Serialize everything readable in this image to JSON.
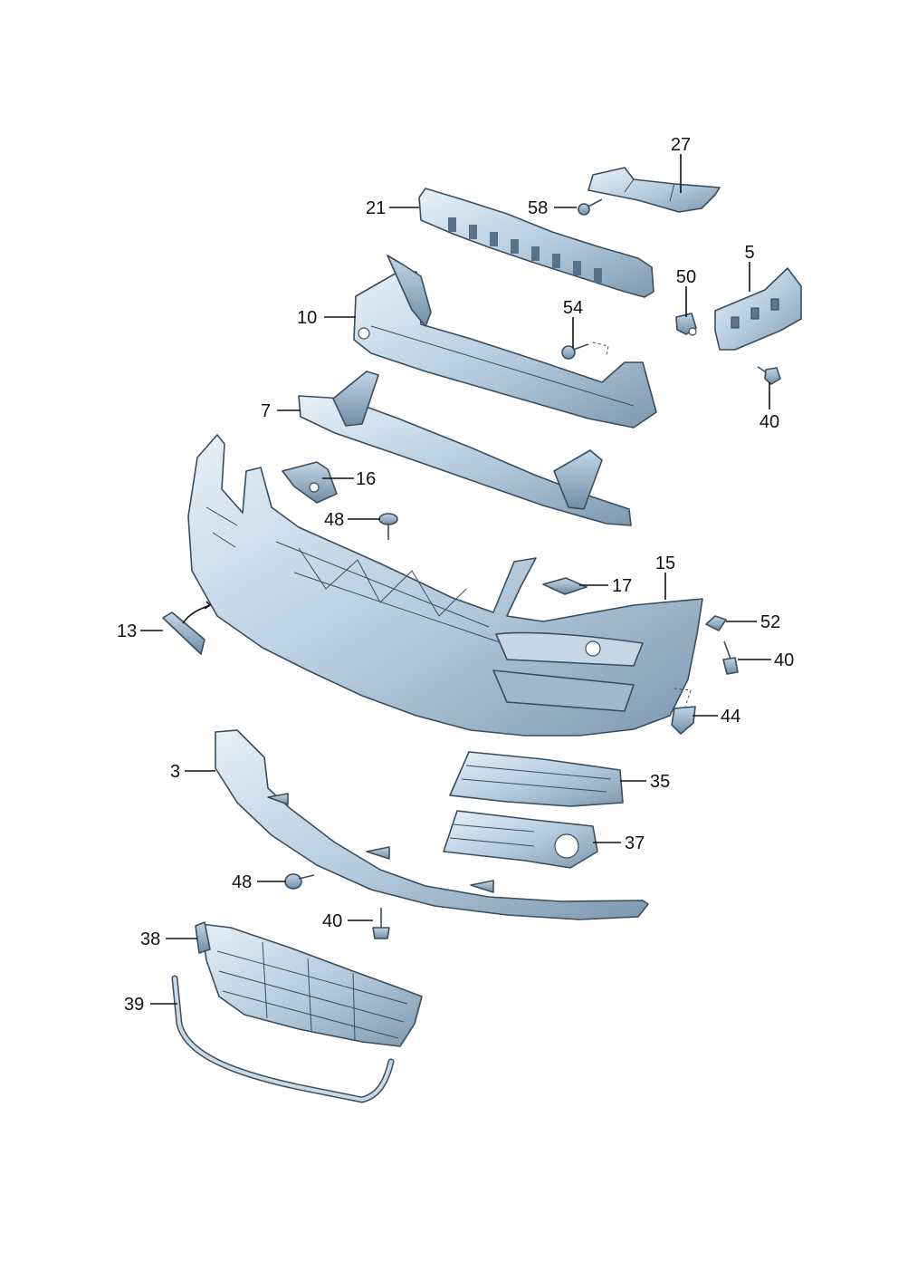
{
  "diagram": {
    "callouts": [
      {
        "id": "27",
        "text": "27"
      },
      {
        "id": "21",
        "text": "21"
      },
      {
        "id": "58",
        "text": "58"
      },
      {
        "id": "5",
        "text": "5"
      },
      {
        "id": "50",
        "text": "50"
      },
      {
        "id": "10",
        "text": "10"
      },
      {
        "id": "54",
        "text": "54"
      },
      {
        "id": "40a",
        "text": "40"
      },
      {
        "id": "7",
        "text": "7"
      },
      {
        "id": "16",
        "text": "16"
      },
      {
        "id": "48a",
        "text": "48"
      },
      {
        "id": "15",
        "text": "15"
      },
      {
        "id": "17",
        "text": "17"
      },
      {
        "id": "52",
        "text": "52"
      },
      {
        "id": "13",
        "text": "13"
      },
      {
        "id": "40b",
        "text": "40"
      },
      {
        "id": "44",
        "text": "44"
      },
      {
        "id": "3",
        "text": "3"
      },
      {
        "id": "35",
        "text": "35"
      },
      {
        "id": "37",
        "text": "37"
      },
      {
        "id": "48b",
        "text": "48"
      },
      {
        "id": "40c",
        "text": "40"
      },
      {
        "id": "38",
        "text": "38"
      },
      {
        "id": "39",
        "text": "39"
      }
    ],
    "colors": {
      "part_light": "#dbe9f4",
      "part_mid": "#a9c3d8",
      "part_dark": "#6f8ea6",
      "outline": "#3b4d5c",
      "text": "#111111"
    }
  }
}
